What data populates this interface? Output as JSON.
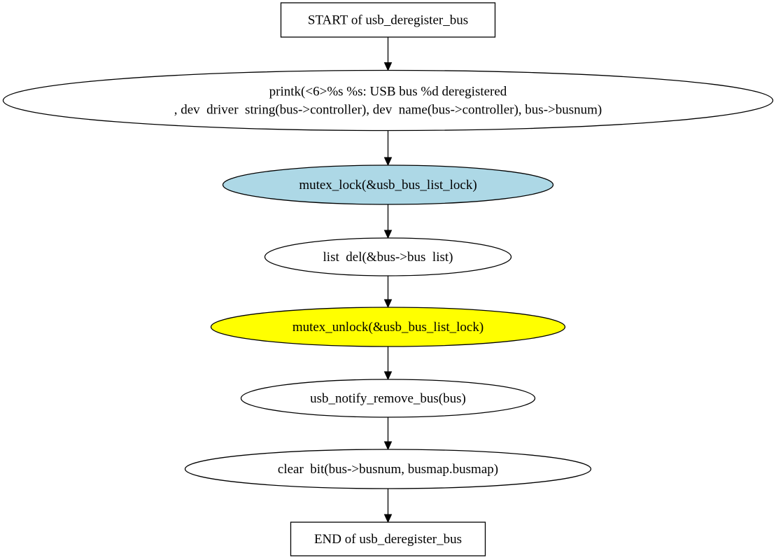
{
  "colors": {
    "stroke": "#000000",
    "default_fill": "#ffffff",
    "lock_fill": "#add8e6",
    "unlock_fill": "#ffff00"
  },
  "nodes": [
    {
      "id": "start",
      "shape": "box",
      "fill": "#ffffff",
      "lines": [
        "START of usb_deregister_bus"
      ]
    },
    {
      "id": "printk",
      "shape": "ellipse",
      "fill": "#ffffff",
      "lines": [
        "printk(<6>%s %s: USB bus %d deregistered",
        ", dev  driver  string(bus->controller), dev  name(bus->controller), bus->busnum)"
      ]
    },
    {
      "id": "mutex-lock",
      "shape": "ellipse",
      "fill": "#add8e6",
      "lines": [
        "mutex_lock(&usb_bus_list_lock)"
      ]
    },
    {
      "id": "list-del",
      "shape": "ellipse",
      "fill": "#ffffff",
      "lines": [
        "list  del(&bus->bus  list)"
      ]
    },
    {
      "id": "mutex-unlock",
      "shape": "ellipse",
      "fill": "#ffff00",
      "lines": [
        "mutex_unlock(&usb_bus_list_lock)"
      ]
    },
    {
      "id": "notify-remove",
      "shape": "ellipse",
      "fill": "#ffffff",
      "lines": [
        "usb_notify_remove_bus(bus)"
      ]
    },
    {
      "id": "clear-bit",
      "shape": "ellipse",
      "fill": "#ffffff",
      "lines": [
        "clear  bit(bus->busnum, busmap.busmap)"
      ]
    },
    {
      "id": "end",
      "shape": "box",
      "fill": "#ffffff",
      "lines": [
        "END of usb_deregister_bus"
      ]
    }
  ],
  "edges": [
    {
      "from": "start",
      "to": "printk"
    },
    {
      "from": "printk",
      "to": "mutex-lock"
    },
    {
      "from": "mutex-lock",
      "to": "list-del"
    },
    {
      "from": "list-del",
      "to": "mutex-unlock"
    },
    {
      "from": "mutex-unlock",
      "to": "notify-remove"
    },
    {
      "from": "notify-remove",
      "to": "clear-bit"
    },
    {
      "from": "clear-bit",
      "to": "end"
    }
  ]
}
